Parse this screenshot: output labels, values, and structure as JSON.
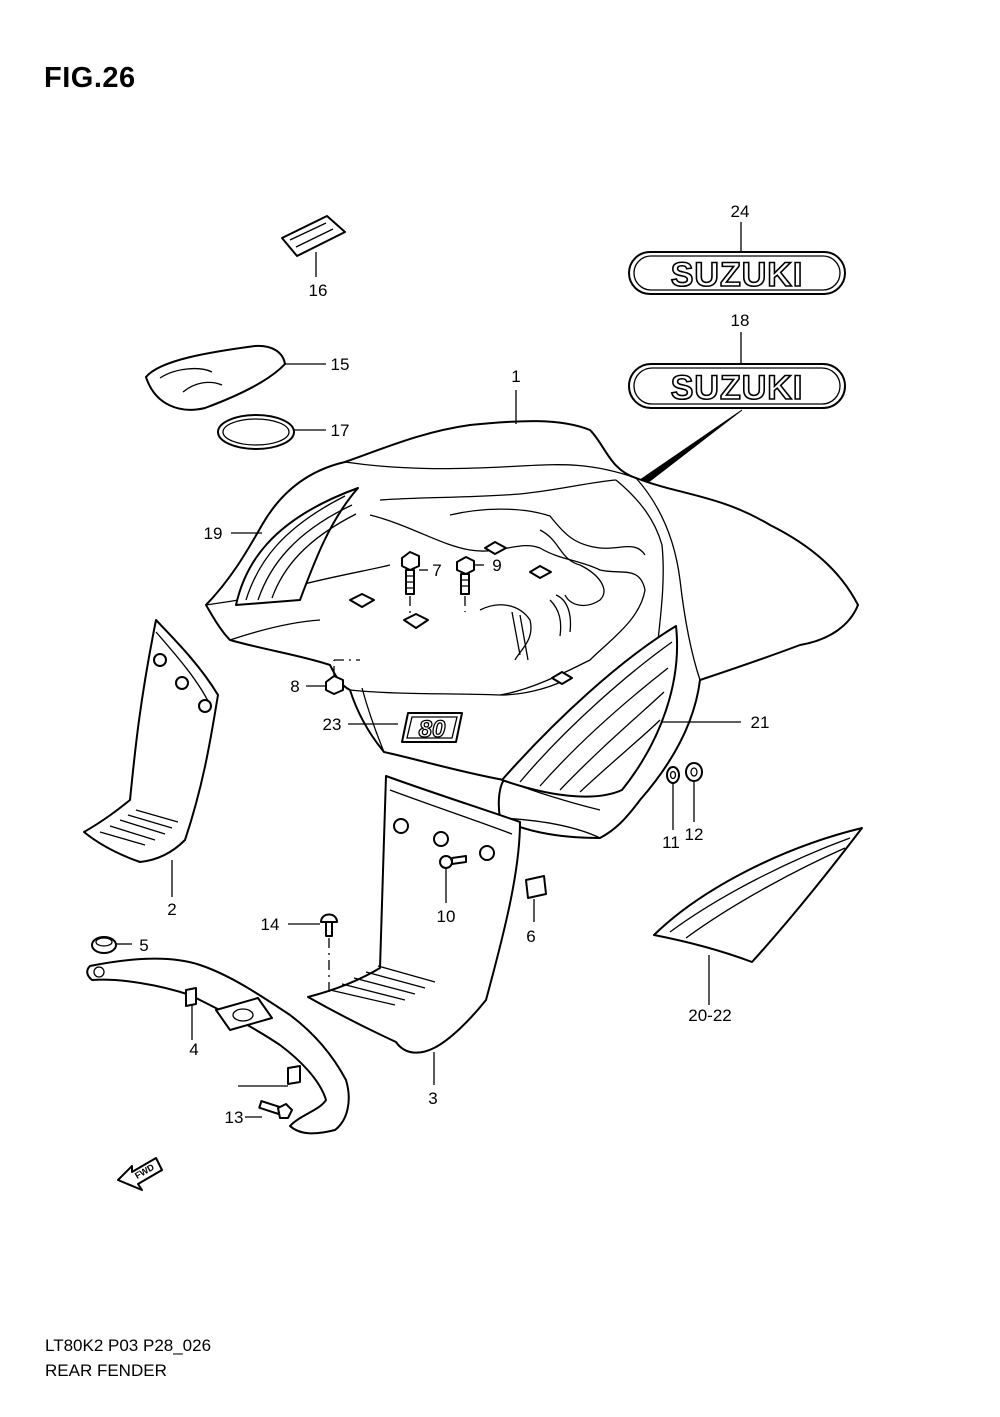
{
  "figure_title": "FIG.26",
  "footer": {
    "code": "LT80K2 P03 P28_026",
    "caption": "REAR FENDER"
  },
  "logos": {
    "decal_text": "SUZUKI",
    "badge_text": "80",
    "fwd_text": "FWD"
  },
  "callouts": [
    "1",
    "2",
    "3",
    "4",
    "5",
    "6",
    "7",
    "8",
    "9",
    "10",
    "11",
    "12",
    "13",
    "14",
    "15",
    "16",
    "17",
    "18",
    "19",
    "20-22",
    "21",
    "23",
    "24"
  ]
}
